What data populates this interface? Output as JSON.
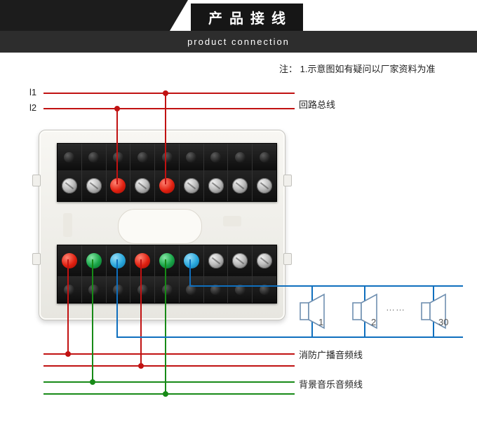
{
  "header": {
    "title": "产品接线",
    "subtitle": "product connection"
  },
  "note": "注： 1.示意图如有疑问以厂家资料为准",
  "loop": {
    "l1": "l1",
    "l2": "l2",
    "label": "回路总线"
  },
  "audio": {
    "fire_label": "消防广播音频线",
    "bgm_label": "背景音乐音频线"
  },
  "speakers": {
    "first": "1",
    "second": "2",
    "last": "30",
    "ellipsis": "……"
  },
  "device": {
    "top_terminals": [
      "metal",
      "metal",
      "red",
      "metal",
      "red",
      "metal",
      "metal",
      "metal",
      "metal"
    ],
    "bottom_terminals": [
      "red",
      "green",
      "blue",
      "red",
      "green",
      "blue",
      "metal",
      "metal",
      "metal"
    ]
  },
  "colors": {
    "header_bg": "#1c1c1c",
    "band_bg": "#2d2d2d",
    "loop_line": "#c11212",
    "fire_line": "#c11212",
    "bgm_line": "#178a17",
    "speaker_bus": "#0f6fbe",
    "terminal_red": "#e02010",
    "terminal_green": "#18a447",
    "terminal_blue": "#28a7dc"
  }
}
